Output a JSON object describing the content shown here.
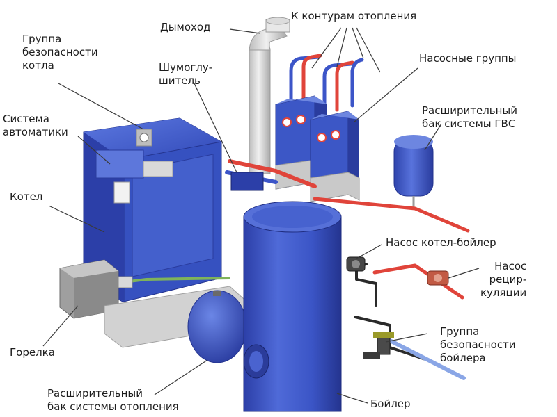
{
  "labels": {
    "chimney": "Дымоход",
    "heating_circuits": "К контурам отопления",
    "boiler_safety_group": [
      "Группа",
      "безопасности",
      "котла"
    ],
    "silencer": [
      "Шумоглу-",
      "шитель"
    ],
    "pump_groups": "Насосные группы",
    "automation_system": [
      "Система",
      "автоматики"
    ],
    "dhw_expansion_tank": [
      "Расширительный",
      "бак системы ГВС"
    ],
    "boiler": "Котел",
    "boiler_to_heater_pump": "Насос котел-бойлер",
    "recirculation_pump": [
      "Насос",
      "рецир-",
      "куляции"
    ],
    "burner": "Горелка",
    "water_heater_safety_group": [
      "Группа",
      "безопасности",
      "бойлера"
    ],
    "heating_expansion_tank": [
      "Расширительный",
      "бак системы отопления"
    ],
    "water_heater": "Бойлер"
  },
  "colors": {
    "equipment_blue": "#3a55c4",
    "equipment_blue_dark": "#28399a",
    "equipment_blue_light": "#6d86e0",
    "grey": "#c9c9c9",
    "grey_dark": "#9a9a9a",
    "hot_pipe": "#e0443a",
    "cold_pipe": "#3c55c8",
    "gas_line": "#7fb35a",
    "leader_line": "#3a3a3a"
  },
  "icons": {
    "gauges": "gauge-icon",
    "brand_plate": "brand-plate-icon"
  }
}
